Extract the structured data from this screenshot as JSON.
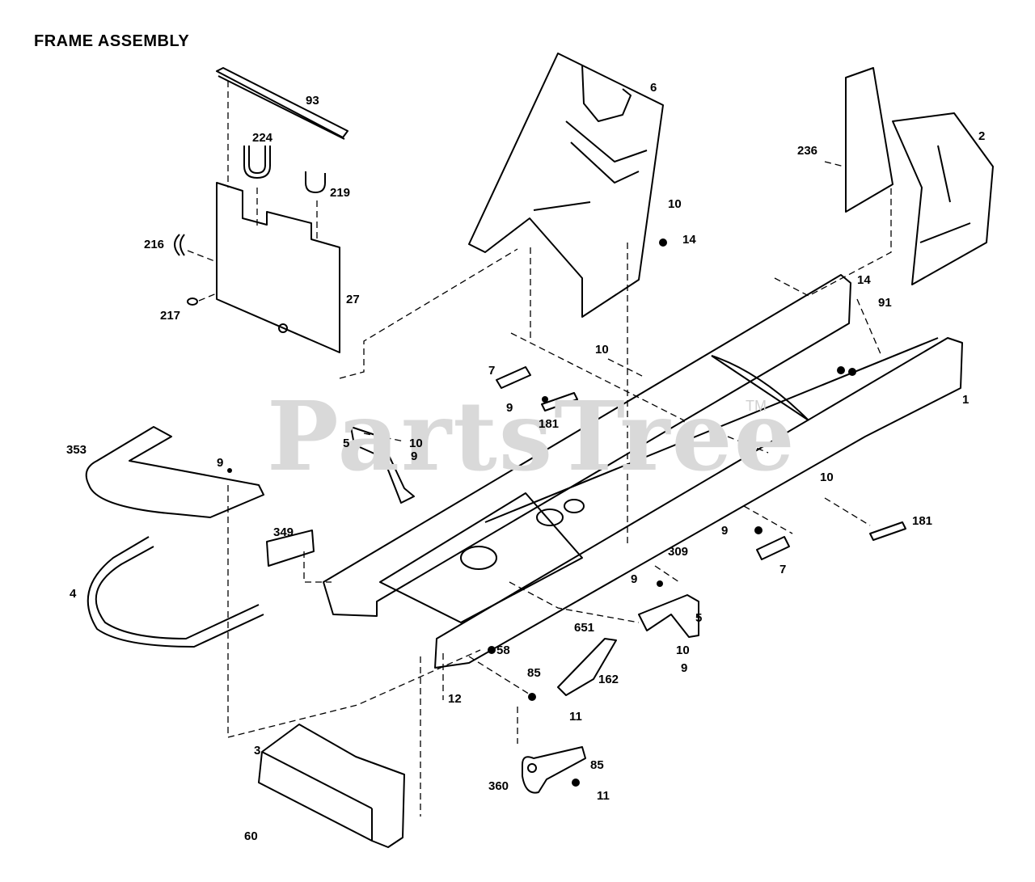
{
  "diagram": {
    "title": "FRAME ASSEMBLY",
    "watermark": "PartsTree",
    "watermark_tm": "TM",
    "callouts": [
      {
        "id": "93",
        "text": "93"
      },
      {
        "id": "224",
        "text": "224"
      },
      {
        "id": "219",
        "text": "219"
      },
      {
        "id": "216",
        "text": "216"
      },
      {
        "id": "217",
        "text": "217"
      },
      {
        "id": "27",
        "text": "27"
      },
      {
        "id": "6",
        "text": "6"
      },
      {
        "id": "10a",
        "text": "10"
      },
      {
        "id": "14a",
        "text": "14"
      },
      {
        "id": "236",
        "text": "236"
      },
      {
        "id": "2",
        "text": "2"
      },
      {
        "id": "14b",
        "text": "14"
      },
      {
        "id": "91",
        "text": "91"
      },
      {
        "id": "1",
        "text": "1"
      },
      {
        "id": "7a",
        "text": "7"
      },
      {
        "id": "9a",
        "text": "9"
      },
      {
        "id": "10b",
        "text": "10"
      },
      {
        "id": "181a",
        "text": "181"
      },
      {
        "id": "5a",
        "text": "5"
      },
      {
        "id": "10c",
        "text": "10"
      },
      {
        "id": "9b",
        "text": "9"
      },
      {
        "id": "353",
        "text": "353"
      },
      {
        "id": "9c",
        "text": "9"
      },
      {
        "id": "349",
        "text": "349"
      },
      {
        "id": "4",
        "text": "4"
      },
      {
        "id": "10d",
        "text": "10"
      },
      {
        "id": "181b",
        "text": "181"
      },
      {
        "id": "9d",
        "text": "9"
      },
      {
        "id": "7b",
        "text": "7"
      },
      {
        "id": "309",
        "text": "309"
      },
      {
        "id": "9e",
        "text": "9"
      },
      {
        "id": "5b",
        "text": "5"
      },
      {
        "id": "10e",
        "text": "10"
      },
      {
        "id": "9f",
        "text": "9"
      },
      {
        "id": "651",
        "text": "651"
      },
      {
        "id": "162",
        "text": "162"
      },
      {
        "id": "58",
        "text": "58"
      },
      {
        "id": "85a",
        "text": "85"
      },
      {
        "id": "11a",
        "text": "11"
      },
      {
        "id": "12",
        "text": "12"
      },
      {
        "id": "3",
        "text": "3"
      },
      {
        "id": "60",
        "text": "60"
      },
      {
        "id": "360",
        "text": "360"
      },
      {
        "id": "85b",
        "text": "85"
      },
      {
        "id": "11b",
        "text": "11"
      }
    ]
  }
}
